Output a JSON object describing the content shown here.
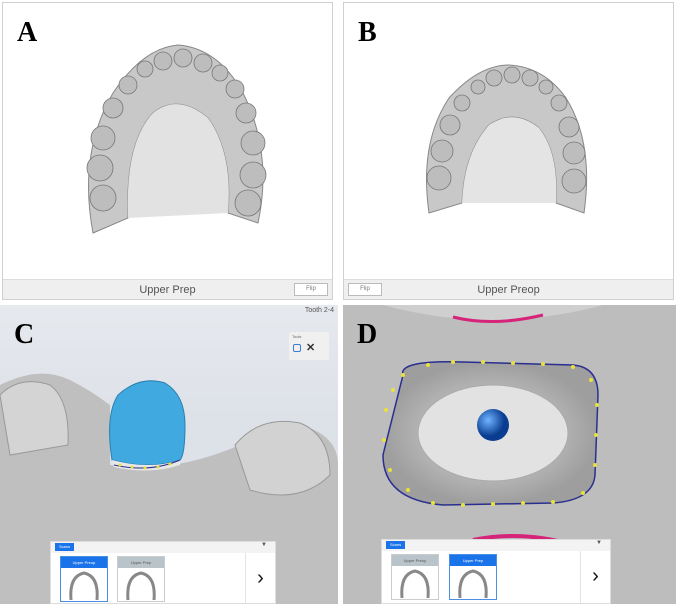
{
  "panels": {
    "A": {
      "label": "A",
      "footer_title": "Upper Prep",
      "flip_label": "Flip"
    },
    "B": {
      "label": "B",
      "footer_title": "Upper Preop",
      "flip_label": "Flip"
    },
    "C": {
      "label": "C",
      "tooth_label": "Tooth 2-4",
      "tools_title": "Tools",
      "scans_tab": "Scans",
      "cards": [
        {
          "title": "Upper Preop",
          "selected": true
        },
        {
          "title": "Upper Prep",
          "selected": false
        }
      ],
      "next": "›"
    },
    "D": {
      "label": "D",
      "scans_tab": "Scans",
      "cards": [
        {
          "title": "Upper Preop",
          "selected": false
        },
        {
          "title": "Upper Prep",
          "selected": true
        }
      ],
      "next": "›"
    }
  },
  "colors": {
    "accent": "#1a73e8",
    "prep_blue": "#3fa9e0",
    "margin_line": "#2a2f8f",
    "margin_points": "#e8e23a",
    "gum_pink": "#d6247a"
  }
}
